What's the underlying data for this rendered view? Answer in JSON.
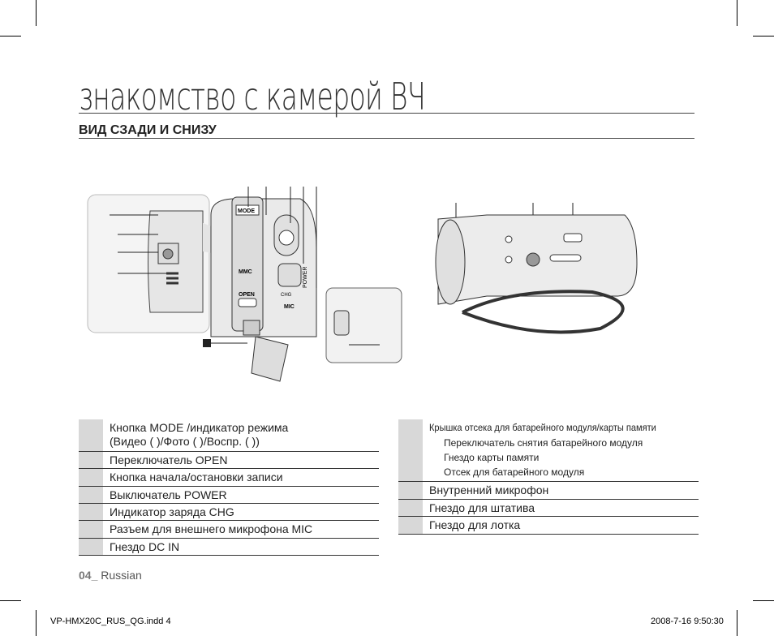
{
  "page": {
    "title": "знакомство с камерой ВЧ",
    "subtitle": "ВИД СЗАДИ И СНИЗУ"
  },
  "diagram": {
    "mode_label": "MODE",
    "open_label": "OPEN",
    "power_label": "POWER",
    "chg_label": "CHG",
    "mic_label": "MIC",
    "mmc_label": "MMC"
  },
  "left_table": {
    "rows": [
      {
        "line1": "Кнопка MODE /индикатор режима",
        "line2": "(Видео (    )/Фото (    )/Воспр. (    ))"
      },
      {
        "line1": "Переключатель OPEN"
      },
      {
        "line1": "Кнопка начала/остановки записи"
      },
      {
        "line1": "Выключатель POWER"
      },
      {
        "line1": "Индикатор заряда CHG"
      },
      {
        "line1": "Разъем для внешнего микрофона MIC"
      },
      {
        "line1": "Гнездо DC IN"
      }
    ]
  },
  "right_table": {
    "rows": [
      {
        "line1": "Крышка отсека для батарейного модуля/карты памяти",
        "sub": [
          "Переключатель снятия батарейного модуля",
          "Гнездо карты памяти",
          "Отсек для батарейного модуля"
        ]
      },
      {
        "line1": "Внутренний микрофон"
      },
      {
        "line1": "Гнездо для штатива"
      },
      {
        "line1": "Гнездо для лотка"
      }
    ]
  },
  "footer": {
    "page_num": "04_",
    "language": "Russian",
    "file": "VP-HMX20C_RUS_QG.indd   4",
    "date": "2008-7-16   9:50:30"
  },
  "colors": {
    "cell": "#d8d8d8",
    "rule": "#333333"
  }
}
